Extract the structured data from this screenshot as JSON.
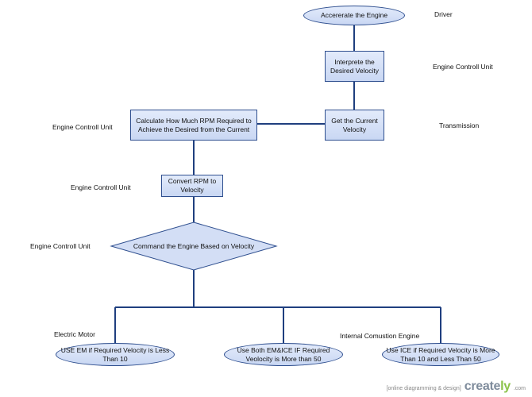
{
  "nodes": {
    "accelerate": "Accererate the Engine",
    "interpret": "Interprete the Desired Velocity",
    "get_velocity": "Get the Current Velocity",
    "calculate_rpm": "Calculate How Much RPM Required to Achieve the Desired from the Current",
    "convert_rpm": "Convert RPM to Velocity",
    "command": "Command the Engine Based on Velocity",
    "use_em": "USE EM if Required Velocity is Less Than 10",
    "use_both": "Use Both EM&ICE IF Required Veolocity is More than 50",
    "use_ice": "Use ICE if Required Velocity is More Than 10 and Less Than 50"
  },
  "lanes": {
    "driver": "Driver",
    "ecu_1": "Engine Controll Unit",
    "transmission": "Transmission",
    "ecu_2": "Engine Controll Unit",
    "ecu_3": "Engine Controll Unit",
    "ecu_4": "Engine Controll Unit",
    "electric_motor": "Electric Motor",
    "internal_engine": "Internal Comustion Engine"
  },
  "footer": {
    "caption": "[online diagramming & design]",
    "brand_main": "create",
    "brand_accent": "ly",
    "brand_suffix": ".com"
  },
  "colors": {
    "node_fill": "#d6e1f7",
    "node_border": "#2f4f8f",
    "connector": "#1f3f7f"
  }
}
